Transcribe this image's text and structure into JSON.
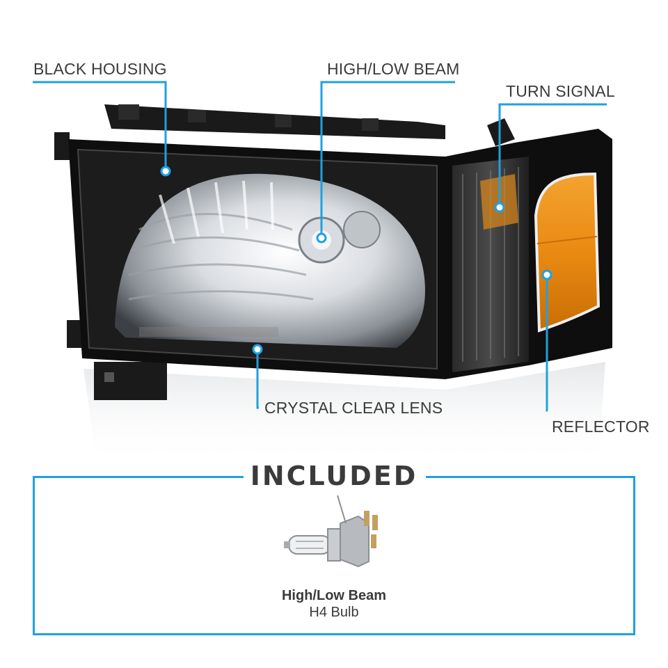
{
  "callouts": {
    "black_housing": "BLACK HOUSING",
    "high_low_beam": "HIGH/LOW BEAM",
    "turn_signal": "TURN SIGNAL",
    "crystal_clear_lens": "CRYSTAL CLEAR LENS",
    "reflector": "REFLECTOR"
  },
  "included": {
    "title": "INCLUDED",
    "item_title": "High/Low Beam",
    "item_subtitle": "H4 Bulb"
  },
  "colors": {
    "accent": "#1fa0e0",
    "housing": "#111111",
    "amber": "#e98a12",
    "text": "#3a3a3a"
  }
}
